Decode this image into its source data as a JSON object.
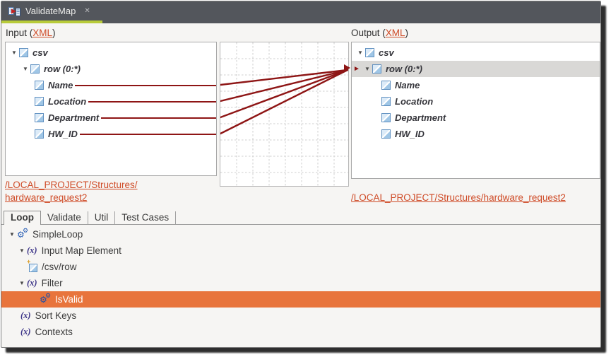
{
  "editor_tab": {
    "title": "ValidateMap"
  },
  "input": {
    "label_prefix": "Input (",
    "xml_link": "XML",
    "label_suffix": ")",
    "tree": {
      "root": "csv",
      "row": "row (0:*)",
      "fields": [
        "Name",
        "Location",
        "Department",
        "HW_ID"
      ]
    },
    "path_line1": "/LOCAL_PROJECT/Structures/",
    "path_line2": "hardware_request2"
  },
  "output": {
    "label_prefix": "Output (",
    "xml_link": "XML",
    "label_suffix": ")",
    "tree": {
      "root": "csv",
      "row": "row (0:*)",
      "fields": [
        "Name",
        "Location",
        "Department",
        "HW_ID"
      ]
    },
    "path": "/LOCAL_PROJECT/Structures/hardware_request2"
  },
  "lower_tabs": {
    "loop": "Loop",
    "validate": "Validate",
    "util": "Util",
    "test_cases": "Test Cases"
  },
  "loop_tree": {
    "simple_loop": "SimpleLoop",
    "input_map_element": "Input Map Element",
    "csv_row_path": "/csv/row",
    "filter": "Filter",
    "is_valid": "IsValid",
    "sort_keys": "Sort Keys",
    "contexts": "Contexts"
  },
  "icons": {
    "expander": "▼",
    "selected_arrow": "►",
    "close": "✕",
    "gear": "⚙",
    "xpath": "(x)",
    "sparkle": "+"
  },
  "colors": {
    "mapping_line": "#8e1515",
    "selection_orange": "#e8743c",
    "link_orange": "#cf4b27",
    "active_tab_green": "#b8cb39",
    "tabbar_slate": "#53565c",
    "selected_row_gray": "#d9d8d6"
  }
}
